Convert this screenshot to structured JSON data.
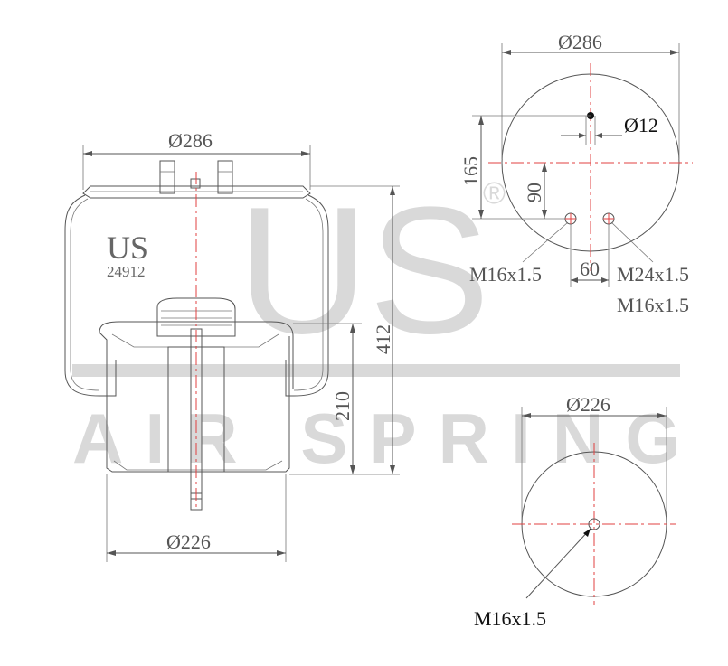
{
  "watermark": {
    "logo_text": "US",
    "registered_mark": "®",
    "sub_text": "AIR SPRING"
  },
  "side_view": {
    "brand": "US",
    "part_number": "24912",
    "top_diameter": "Ø286",
    "bottom_diameter": "Ø226",
    "total_height": "412",
    "piston_height": "210"
  },
  "top_plate_view": {
    "diameter": "Ø286",
    "hole_diameter": "Ø12",
    "offset_165": "165",
    "offset_90": "90",
    "spacing_60": "60",
    "left_thread": "M16x1.5",
    "right_thread_1": "M24x1.5",
    "right_thread_2": "M16x1.5"
  },
  "bottom_plate_view": {
    "diameter": "Ø226",
    "thread": "M16x1.5"
  },
  "colors": {
    "outline": "#555555",
    "centerline": "#e04040",
    "watermark": "#d9d9d9"
  }
}
